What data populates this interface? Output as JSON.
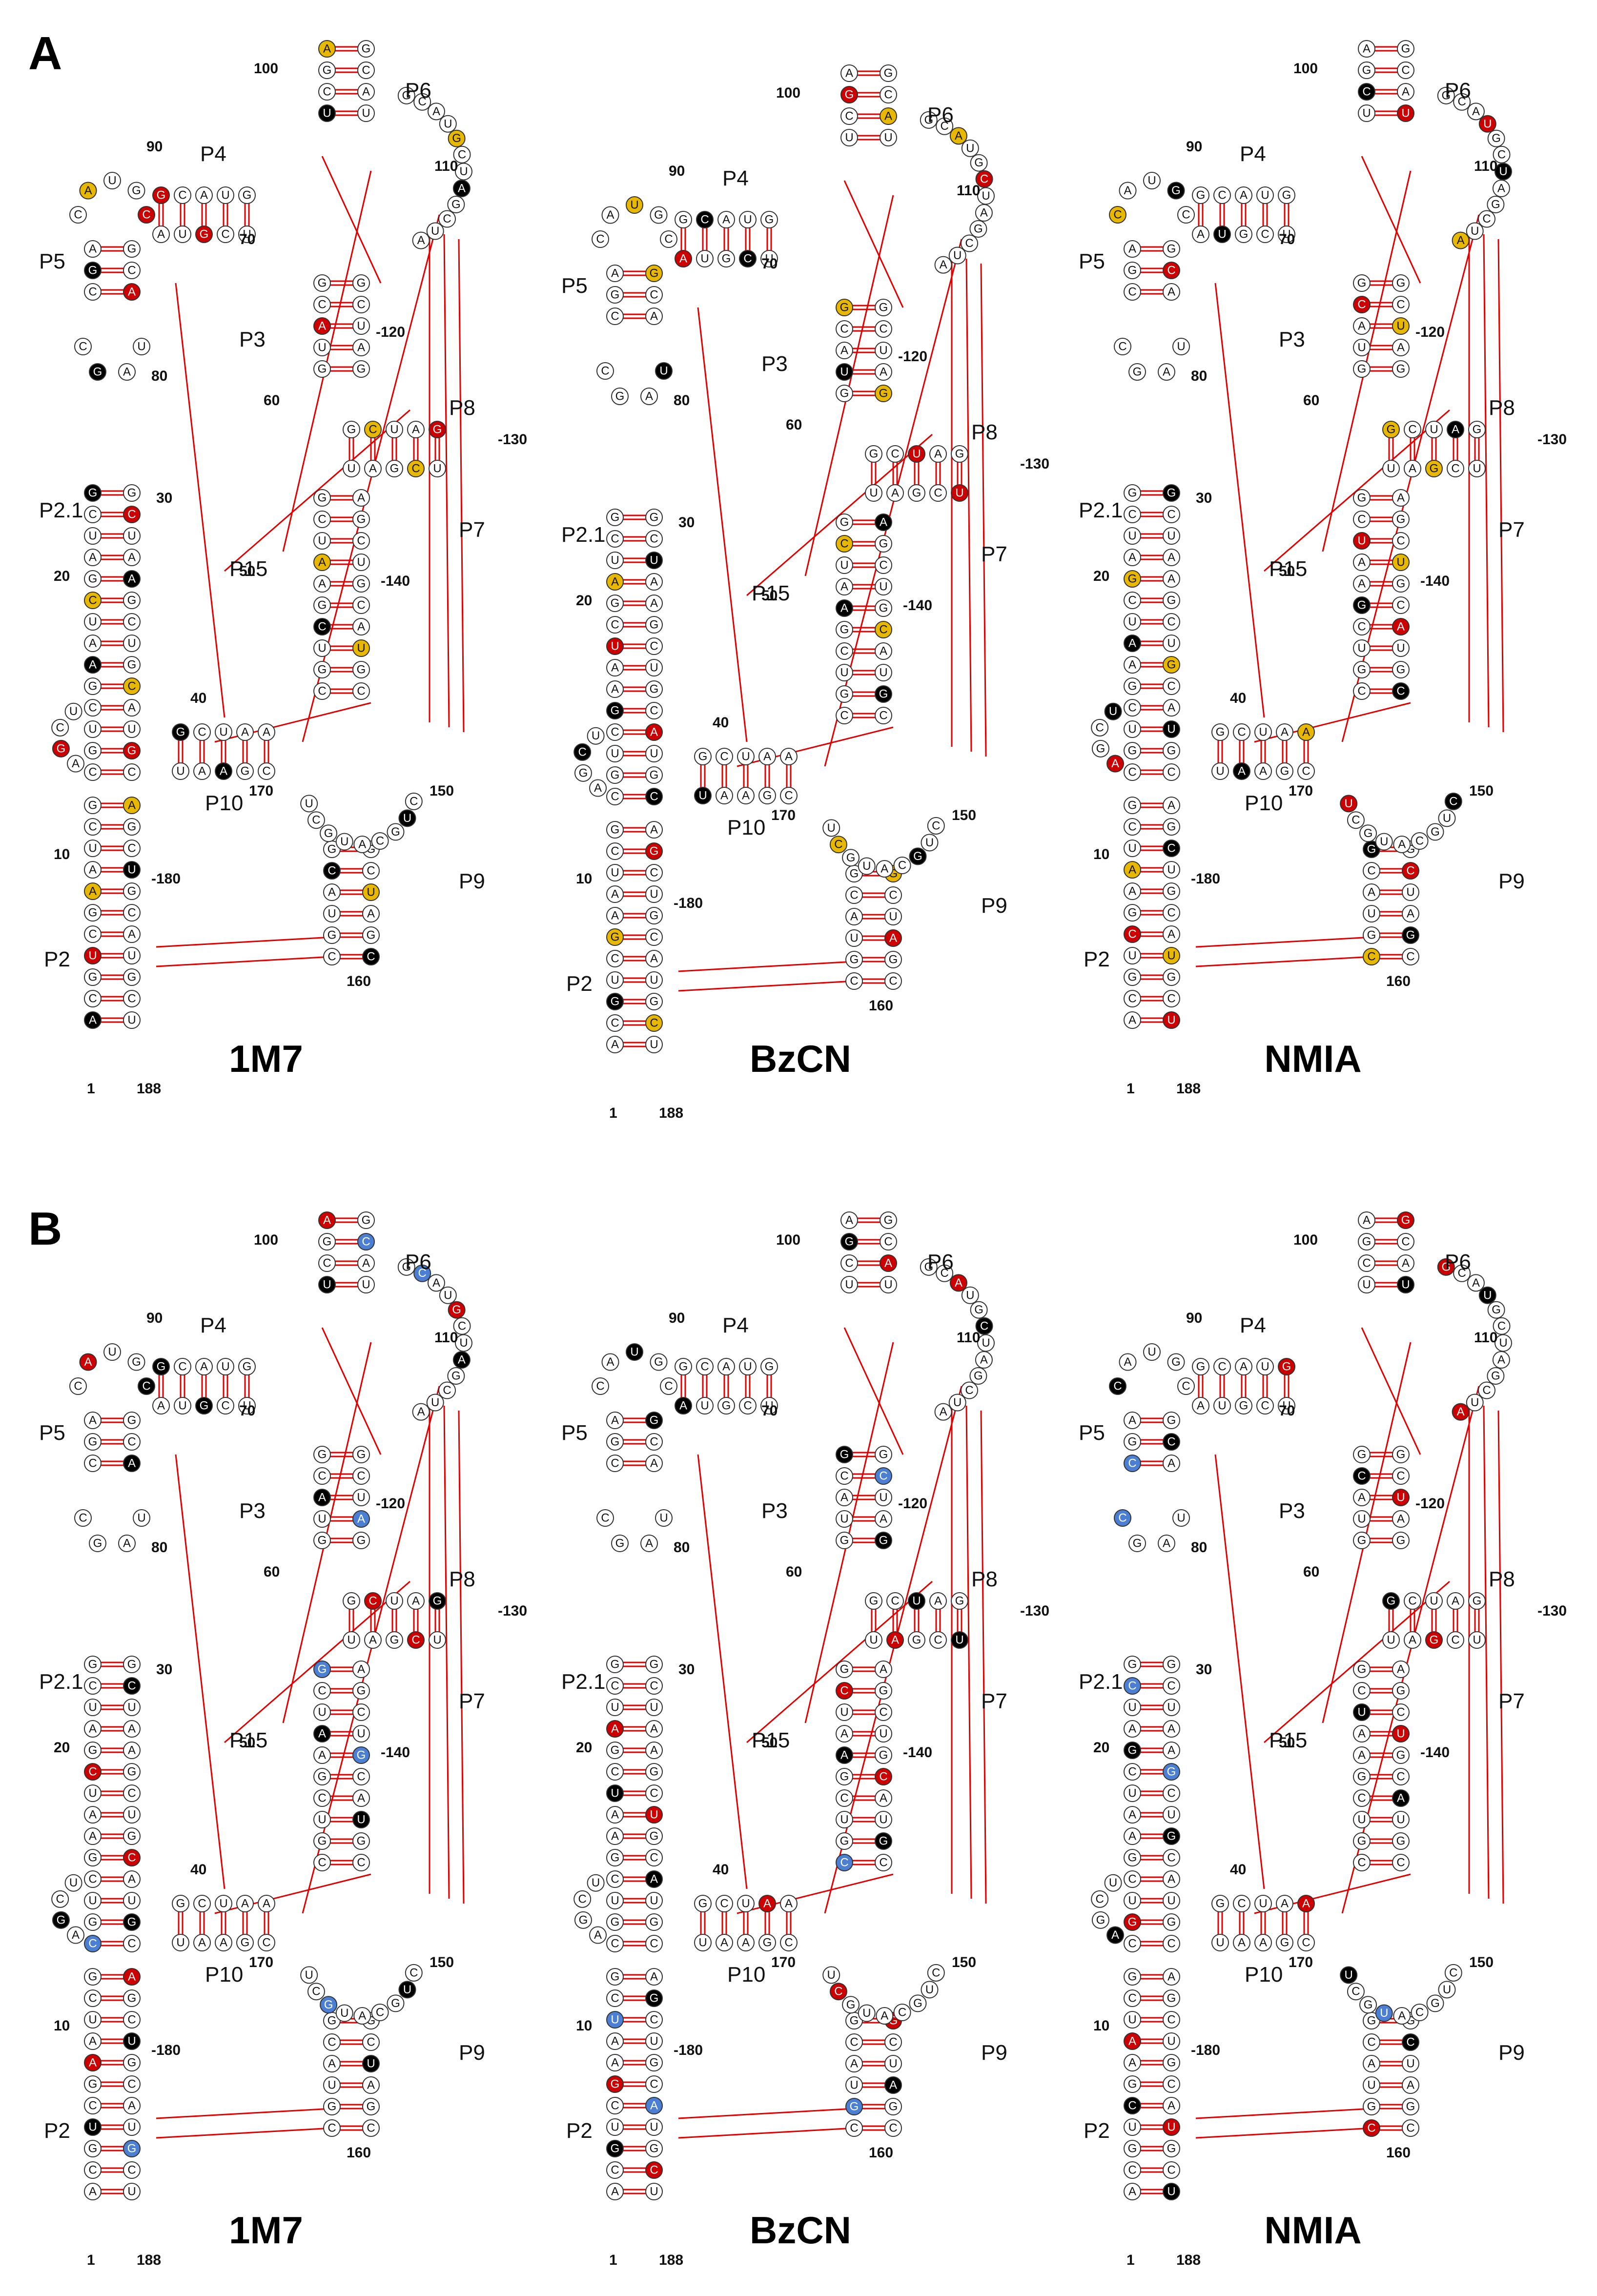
{
  "panels": [
    {
      "letter": "A",
      "diagrams": [
        {
          "caption": "1M7",
          "accent_pattern": 0
        },
        {
          "caption": "BzCN",
          "accent_pattern": 1
        },
        {
          "caption": "NMIA",
          "accent_pattern": 2
        }
      ]
    },
    {
      "letter": "B",
      "diagrams": [
        {
          "caption": "1M7",
          "accent_pattern": 3
        },
        {
          "caption": "BzCN",
          "accent_pattern": 4
        },
        {
          "caption": "NMIA",
          "accent_pattern": 5
        }
      ]
    }
  ],
  "helix_labels": [
    "P2",
    "P2.1",
    "P3",
    "P4",
    "P5",
    "P6",
    "P7",
    "P8",
    "P9",
    "P10",
    "P15"
  ],
  "position_labels": [
    "1",
    "10",
    "20",
    "30",
    "40",
    "50",
    "60",
    "70",
    "80",
    "90",
    "100",
    "110",
    "-120",
    "-130",
    "-140",
    "150",
    "160",
    "170",
    "-180",
    "188"
  ],
  "colors": {
    "none": "#ffffff",
    "black": "#000000",
    "red": "#cc0000",
    "yellow": "#e8b800",
    "blue": "#4a7fd4",
    "tertiary_line": "#e00000",
    "backbone": "#555555"
  }
}
